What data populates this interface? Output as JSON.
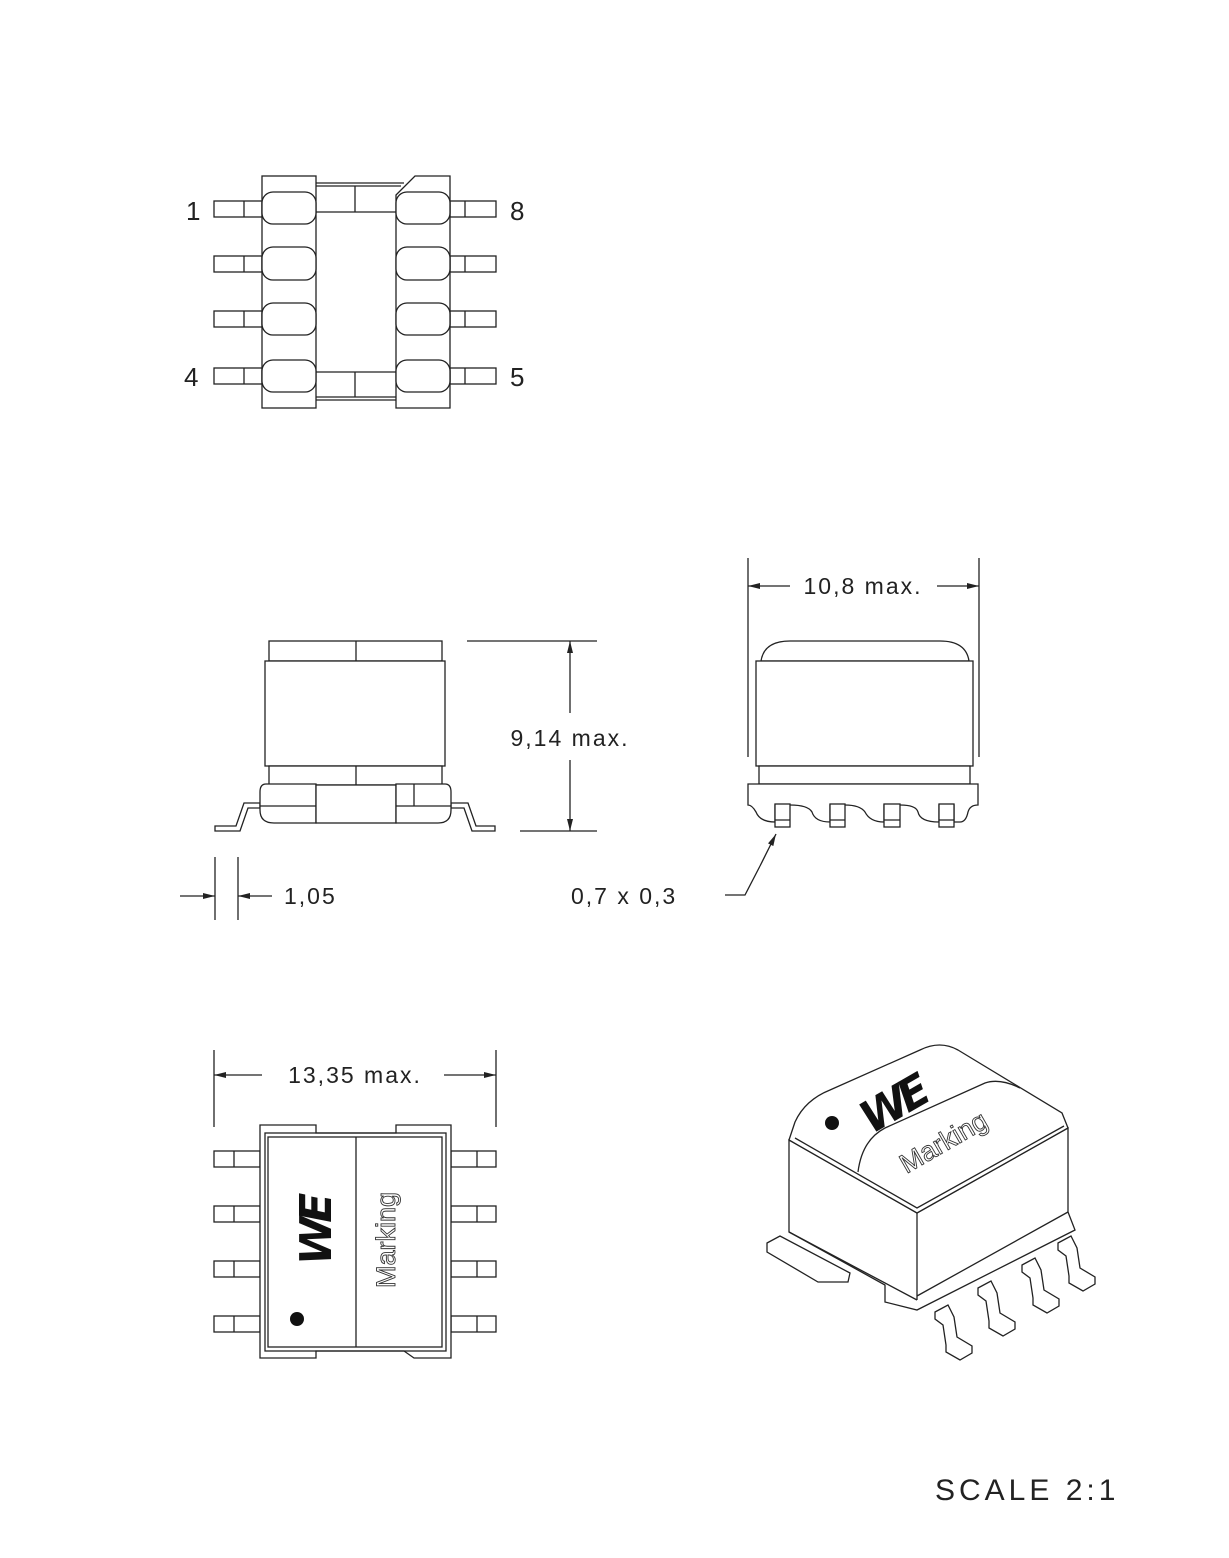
{
  "pins": {
    "p1": "1",
    "p4": "4",
    "p5": "5",
    "p8": "8"
  },
  "dimensions": {
    "height": "9,14 max.",
    "width_side": "10,8 max.",
    "lead_offset": "1,05",
    "pad_size": "0,7 x 0,3",
    "length": "13,35 max."
  },
  "marking": {
    "logo": "WE",
    "text": "Marking"
  },
  "scale": "SCALE 2:1"
}
